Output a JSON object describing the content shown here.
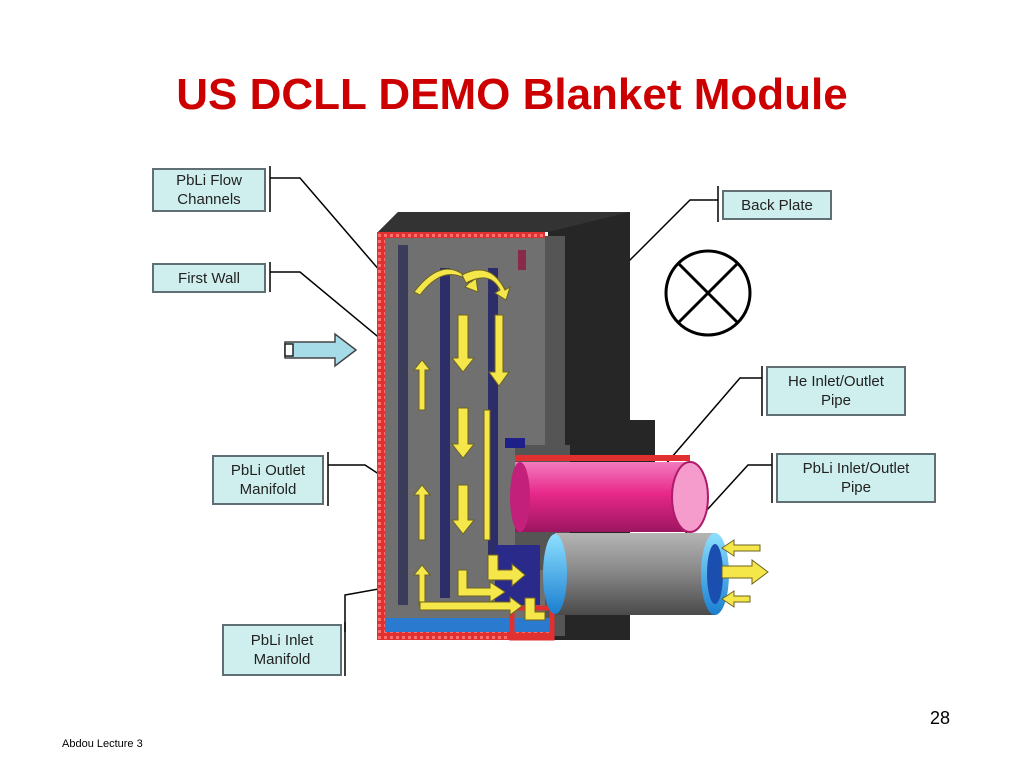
{
  "slide": {
    "title": "US DCLL DEMO Blanket Module",
    "page_number": "28",
    "footer": "Abdou Lecture 3"
  },
  "callouts": {
    "flow_channels": "PbLi Flow\nChannels",
    "first_wall": "First Wall",
    "back_plate": "Back Plate",
    "he_pipe": "He Inlet/Outlet\nPipe",
    "pbli_pipe": "PbLi Inlet/Outlet\nPipe",
    "outlet_manifold": "PbLi Outlet\nManifold",
    "inlet_manifold": "PbLi Inlet\nManifold"
  },
  "colors": {
    "title": "#cc0000",
    "callout_fill": "#cfeeee",
    "module_dark": "#2a2a2a",
    "module_gray": "#6a6a6a",
    "first_wall_red": "#d02a2a",
    "flow_arrow_yellow": "#f5e64a",
    "he_pipe_magenta": "#e8288a",
    "pbli_pipe_gray": "#808080",
    "heat_arrow": "#a6dce8"
  },
  "icons": {
    "symbol": "cross-circle-icon"
  }
}
